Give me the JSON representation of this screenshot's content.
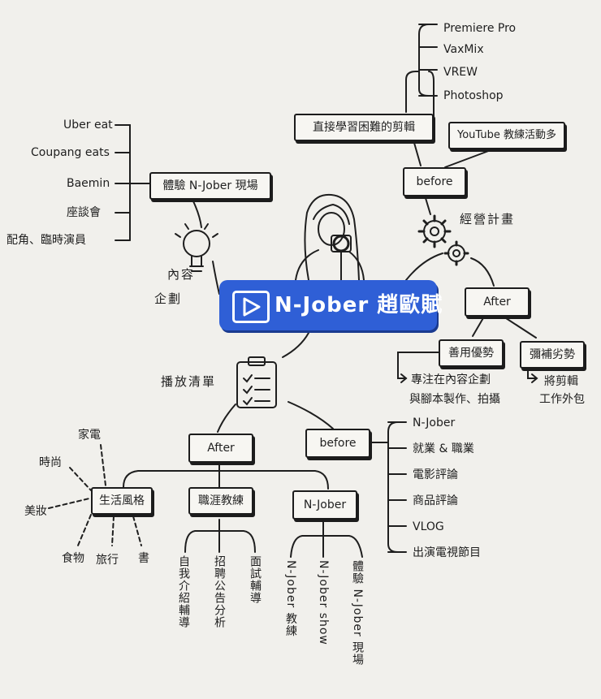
{
  "center": {
    "title": "N-Jober 趙歐賦"
  },
  "labels": {
    "content_plan": "內容\n企劃",
    "business_plan": "經營計畫",
    "playlist": "播放清單"
  },
  "top": {
    "before": "before",
    "editing": "直接學習困難的剪輯",
    "youtube": "YouTube 教練活動多",
    "tools": [
      "Premiere Pro",
      "VaxMix",
      "VREW",
      "Photoshop"
    ],
    "after": "After",
    "strength": "善用優勢",
    "strength_detail": [
      "專注在內容企劃",
      "與腳本製作、拍攝"
    ],
    "weakness": "彌補劣勢",
    "weakness_detail": [
      "將剪輯",
      "工作外包"
    ]
  },
  "left": {
    "experience": "體驗 N-Jober 現場",
    "items": [
      "Uber eat",
      "Coupang eats",
      "Baemin",
      "座談會",
      "配角、臨時演員"
    ]
  },
  "bottom": {
    "before": "before",
    "before_items": [
      "N-Jober",
      "就業 & 職業",
      "電影評論",
      "商品評論",
      "VLOG",
      "出演電視節目"
    ],
    "after": "After",
    "lifestyle": "生活風格",
    "lifestyle_items": [
      "家電",
      "時尚",
      "美妝",
      "食物",
      "旅行",
      "書"
    ],
    "career": "職涯教練",
    "career_items": [
      "自我介紹輔導",
      "招聘公告分析",
      "面試輔導"
    ],
    "njober": "N-Jober",
    "njober_items": [
      "N-Jober 教練",
      "N-Jober show",
      "體驗 N-Jober 現場"
    ]
  }
}
